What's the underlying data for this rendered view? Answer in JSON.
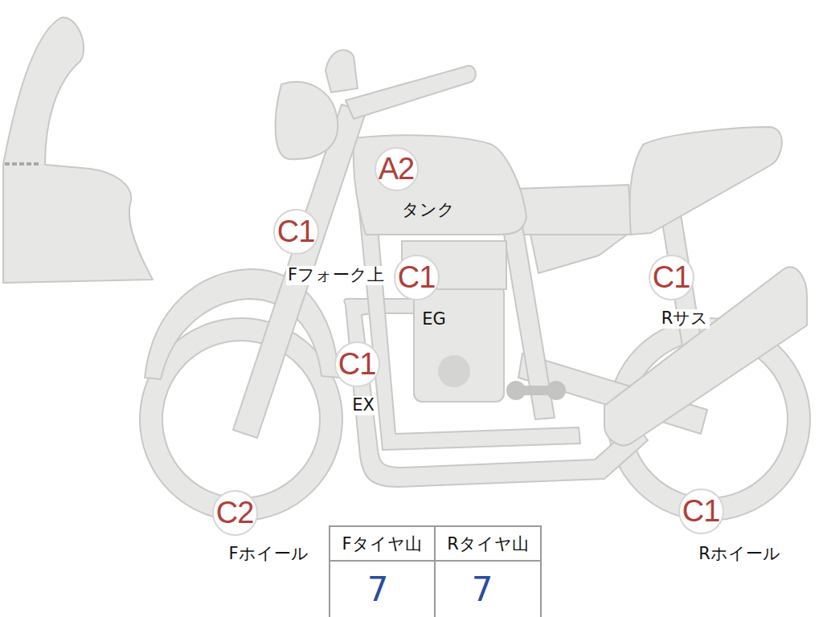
{
  "diagram": {
    "nodes": [
      {
        "text": [
          "A2",
          "タンク"
        ]
      },
      {
        "text": [
          "C1",
          "Fフォーク上"
        ]
      },
      {
        "text": [
          "C1",
          "EG"
        ]
      },
      {
        "text": [
          "C1",
          "Rサス"
        ]
      },
      {
        "text": [
          "C1",
          "EX"
        ]
      },
      {
        "text": [
          "C2",
          "Fホイール"
        ]
      },
      {
        "text": [
          "C1",
          "Rホイール"
        ]
      }
    ],
    "labels": [
      "Fタイヤ山",
      "Rタイヤ山",
      "7",
      "7"
    ]
  }
}
